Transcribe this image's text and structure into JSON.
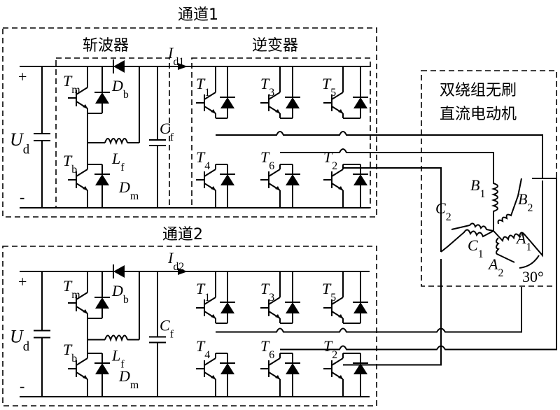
{
  "title": "Dual-channel chopper + inverter drive for dual-winding brushless DC motor",
  "channels": [
    {
      "title": "通道1",
      "chopper_label": "斩波器",
      "inverter_label": "逆变器",
      "current": {
        "main": "I",
        "sub": "d1"
      },
      "source": {
        "main": "U",
        "sub": "d"
      },
      "plus": "+",
      "minus": "-",
      "chopper": {
        "Tm": {
          "main": "T",
          "sub": "m"
        },
        "Tb": {
          "main": "T",
          "sub": "b"
        },
        "Db": {
          "main": "D",
          "sub": "b"
        },
        "Dm": {
          "main": "D",
          "sub": "m"
        },
        "Lf": {
          "main": "L",
          "sub": "f"
        },
        "Cf": {
          "main": "C",
          "sub": "f"
        }
      },
      "switches": [
        {
          "main": "T",
          "sub": "1"
        },
        {
          "main": "T",
          "sub": "3"
        },
        {
          "main": "T",
          "sub": "5"
        },
        {
          "main": "T",
          "sub": "4"
        },
        {
          "main": "T",
          "sub": "6"
        },
        {
          "main": "T",
          "sub": "2"
        }
      ]
    },
    {
      "title": "通道2",
      "current": {
        "main": "I",
        "sub": "d2"
      },
      "source": {
        "main": "U",
        "sub": "d"
      },
      "plus": "+",
      "minus": "-",
      "chopper": {
        "Tm": {
          "main": "T",
          "sub": "m"
        },
        "Tb": {
          "main": "T",
          "sub": "b"
        },
        "Db": {
          "main": "D",
          "sub": "b"
        },
        "Dm": {
          "main": "D",
          "sub": "m"
        },
        "Lf": {
          "main": "L",
          "sub": "f"
        },
        "Cf": {
          "main": "C",
          "sub": "f"
        }
      },
      "switches": [
        {
          "main": "T",
          "sub": "1"
        },
        {
          "main": "T",
          "sub": "3"
        },
        {
          "main": "T",
          "sub": "5"
        },
        {
          "main": "T",
          "sub": "4"
        },
        {
          "main": "T",
          "sub": "6"
        },
        {
          "main": "T",
          "sub": "2"
        }
      ]
    }
  ],
  "motor": {
    "title_line1": "双绕组无刷",
    "title_line2": "直流电动机",
    "windings": [
      {
        "main": "A",
        "sub": "1"
      },
      {
        "main": "B",
        "sub": "1"
      },
      {
        "main": "C",
        "sub": "1"
      },
      {
        "main": "A",
        "sub": "2"
      },
      {
        "main": "B",
        "sub": "2"
      },
      {
        "main": "C",
        "sub": "2"
      }
    ],
    "angle": "30°"
  }
}
